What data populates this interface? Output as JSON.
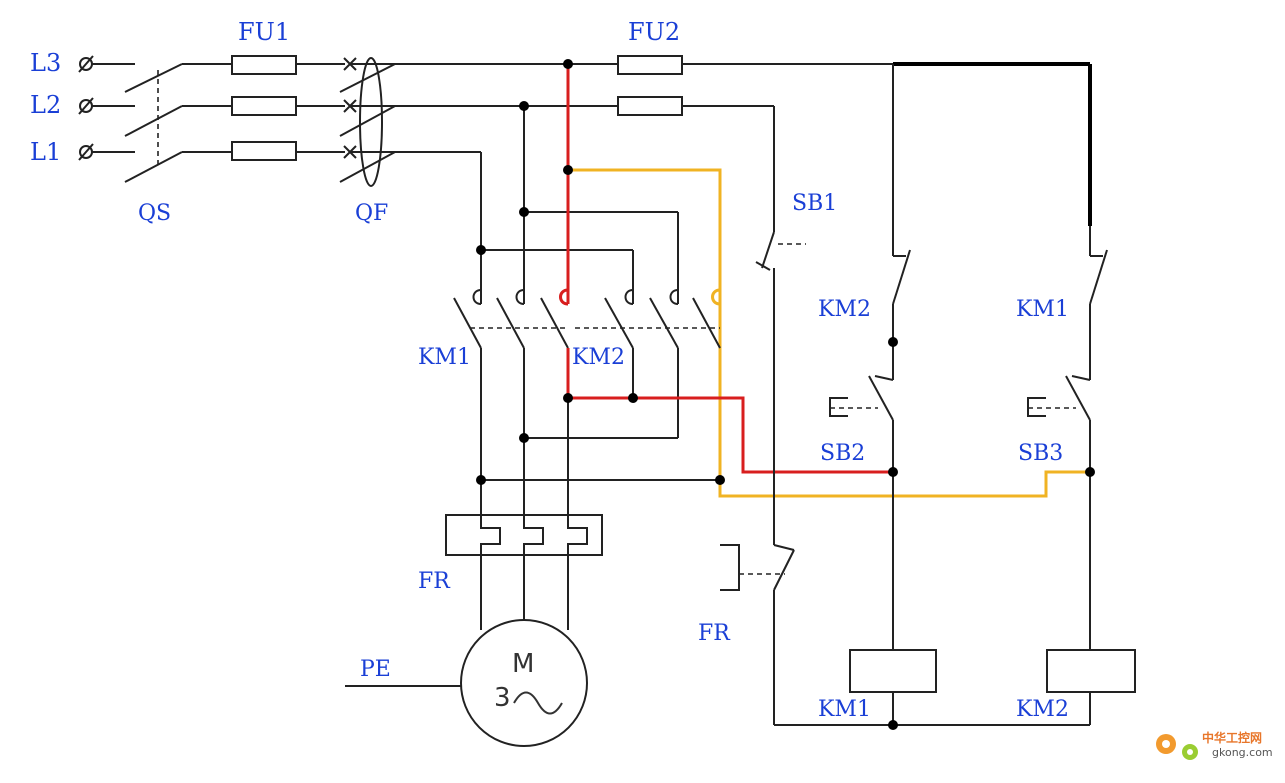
{
  "labels": {
    "l3": "L3",
    "l2": "L2",
    "l1": "L1",
    "qs": "QS",
    "fu1": "FU1",
    "qf": "QF",
    "fu2": "FU2",
    "sb1": "SB1",
    "km2_aux": "KM2",
    "km1_aux": "KM1",
    "sb2": "SB2",
    "sb3": "SB3",
    "km1_main": "KM1",
    "km2_main": "KM2",
    "fr_heater": "FR",
    "fr_contact": "FR",
    "pe": "PE",
    "motor_m": "M",
    "motor_3": "3",
    "coil_km1": "KM1",
    "coil_km2": "KM2"
  },
  "watermark": {
    "cn": "中华工控网",
    "en": "gkong.com"
  },
  "colors": {
    "label": "#1a3fd6",
    "wire": "#222222",
    "highlight_red": "#d81e1e",
    "highlight_yellow": "#f0b323"
  }
}
